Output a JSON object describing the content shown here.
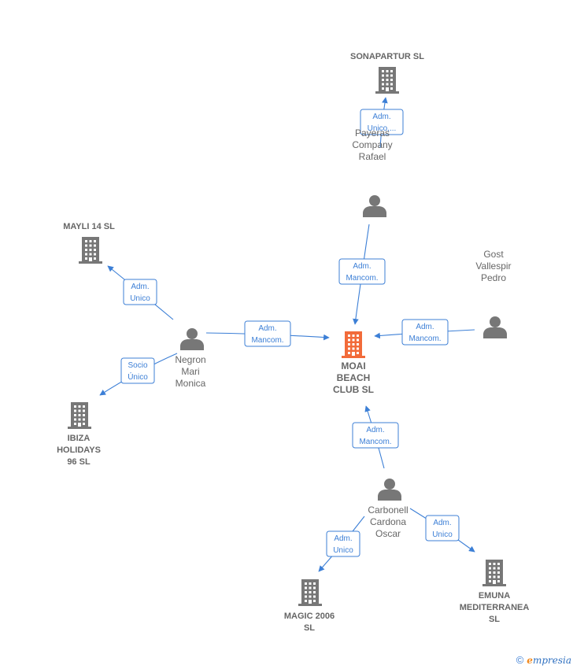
{
  "colors": {
    "edge": "#3c7fd6",
    "node": "#777777",
    "main_node": "#f26b3a",
    "label": "#666666"
  },
  "nodes": [
    {
      "id": "moai",
      "kind": "company",
      "main": true,
      "lines": [
        "MOAI",
        "BEACH",
        "CLUB  SL"
      ],
      "icon": "building-icon"
    },
    {
      "id": "sonapartur",
      "kind": "company",
      "lines": [
        "SONAPARTUR SL"
      ],
      "icon": "building-icon"
    },
    {
      "id": "mayli",
      "kind": "company",
      "lines": [
        "MAYLI 14  SL"
      ],
      "icon": "building-icon"
    },
    {
      "id": "ibiza",
      "kind": "company",
      "lines": [
        "IBIZA",
        "HOLIDAYS",
        "96 SL"
      ],
      "icon": "building-icon"
    },
    {
      "id": "magic",
      "kind": "company",
      "lines": [
        "MAGIC 2006",
        "SL"
      ],
      "icon": "building-icon"
    },
    {
      "id": "emuna",
      "kind": "company",
      "lines": [
        "EMUNA",
        "MEDITERRANEA",
        "SL"
      ],
      "icon": "building-icon"
    },
    {
      "id": "payeras",
      "kind": "person",
      "lines": [
        "Payeras",
        "Company",
        "Rafael"
      ],
      "icon": "person-icon"
    },
    {
      "id": "gost",
      "kind": "person",
      "lines": [
        "Gost",
        "Vallespir",
        "Pedro"
      ],
      "icon": "person-icon"
    },
    {
      "id": "negron",
      "kind": "person",
      "lines": [
        "Negron",
        "Mari",
        "Monica"
      ],
      "icon": "person-icon"
    },
    {
      "id": "carbonell",
      "kind": "person",
      "lines": [
        "Carbonell",
        "Cardona",
        "Oscar"
      ],
      "icon": "person-icon"
    }
  ],
  "edges": [
    {
      "id": "payeras-sonapartur",
      "lines": [
        "Adm.",
        "Unico,..."
      ]
    },
    {
      "id": "payeras-moai",
      "lines": [
        "Adm.",
        "Mancom."
      ]
    },
    {
      "id": "negron-mayli",
      "lines": [
        "Adm.",
        "Unico"
      ]
    },
    {
      "id": "negron-moai",
      "lines": [
        "Adm.",
        "Mancom."
      ]
    },
    {
      "id": "negron-ibiza",
      "lines": [
        "Socio",
        "Único"
      ]
    },
    {
      "id": "gost-moai",
      "lines": [
        "Adm.",
        "Mancom."
      ]
    },
    {
      "id": "carbonell-moai",
      "lines": [
        "Adm.",
        "Mancom."
      ]
    },
    {
      "id": "carbonell-magic",
      "lines": [
        "Adm.",
        "Unico"
      ]
    },
    {
      "id": "carbonell-emuna",
      "lines": [
        "Adm.",
        "Unico"
      ]
    }
  ],
  "watermark": {
    "symbol": "©",
    "brand_first": "e",
    "brand_rest": "mpresia"
  }
}
